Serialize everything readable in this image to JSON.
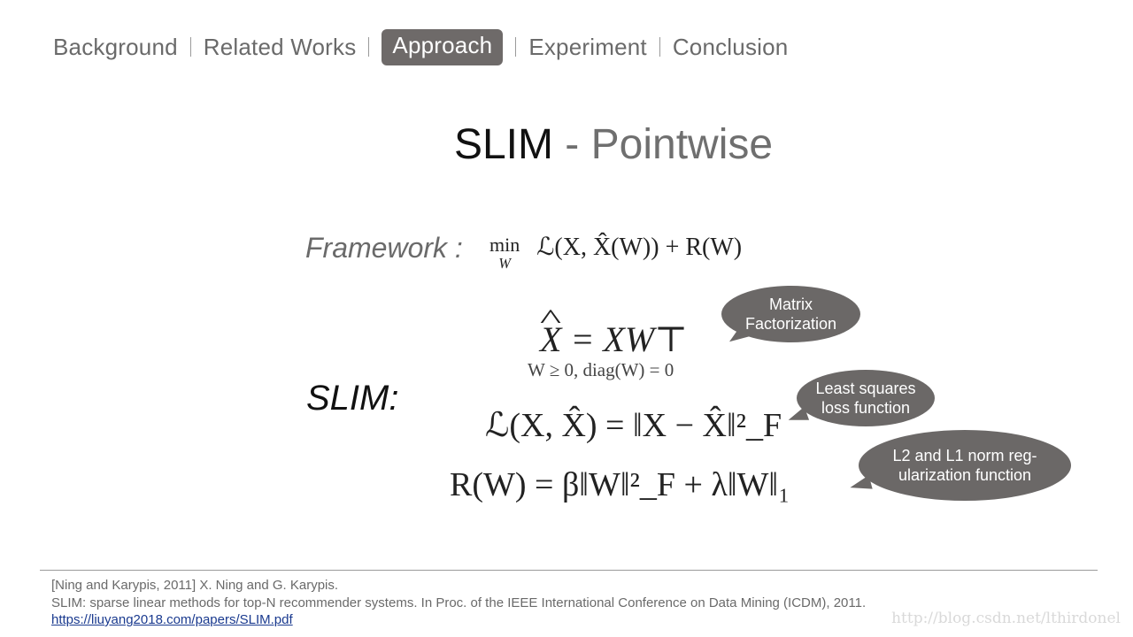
{
  "nav": {
    "items": [
      "Background",
      "Related Works",
      "Approach",
      "Experiment",
      "Conclusion"
    ],
    "active_index": 2
  },
  "title": {
    "main": "SLIM",
    "separator": " - ",
    "sub": "Pointwise"
  },
  "framework": {
    "label": "Framework :",
    "min_op": "min",
    "min_sub": "W",
    "expr": "ℒ(X, X̂(W)) + R(W)"
  },
  "slim": {
    "label": "SLIM:",
    "eq1_lhs": "X",
    "eq1_rhs": "= XW⊤",
    "constraint": "W ≥ 0,    diag(W) = 0",
    "eq2": "ℒ(X, X̂) = ‖X − X̂‖²_F",
    "eq3": "R(W) = β‖W‖²_F + λ‖W‖₁"
  },
  "bubbles": {
    "mf": "Matrix Factorization",
    "ls": "Least squares loss function",
    "reg": "L2 and L1 norm regularization function",
    "mf_lines": [
      "Matrix",
      "Factorization"
    ],
    "ls_lines": [
      "Least squares",
      "loss function"
    ],
    "reg_lines": [
      "L2 and L1 norm reg-",
      "ularization function"
    ]
  },
  "reference": {
    "line1": "[Ning and Karypis, 2011] X. Ning and G. Karypis.",
    "line2": "SLIM: sparse linear methods for top-N recommender systems. In Proc. of the IEEE International Conference on Data Mining (ICDM), 2011.",
    "link": "https://liuyang2018.com/papers/SLIM.pdf"
  },
  "watermark": "http://blog.csdn.net/lthirdonel",
  "colors": {
    "nav_active_bg": "#6e6a69",
    "bubble_bg": "#6b6867",
    "link": "#1a3a8f"
  }
}
